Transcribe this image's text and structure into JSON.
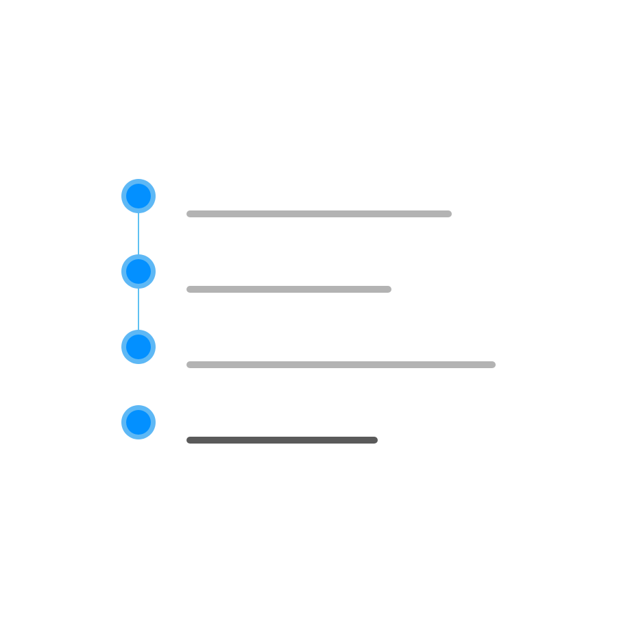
{
  "steps": [
    {
      "state": "completed",
      "line_color": "#b3b3b3"
    },
    {
      "state": "completed",
      "line_color": "#b3b3b3"
    },
    {
      "state": "completed",
      "line_color": "#b3b3b3"
    },
    {
      "state": "current",
      "line_color": "#5a5a5a"
    }
  ],
  "colors": {
    "dot_fill": "#0390ff",
    "dot_ring": "#5eb8f5",
    "connector": "#5ec1f2",
    "placeholder_line": "#b3b3b3",
    "active_line": "#5a5a5a",
    "background": "#ffffff"
  }
}
